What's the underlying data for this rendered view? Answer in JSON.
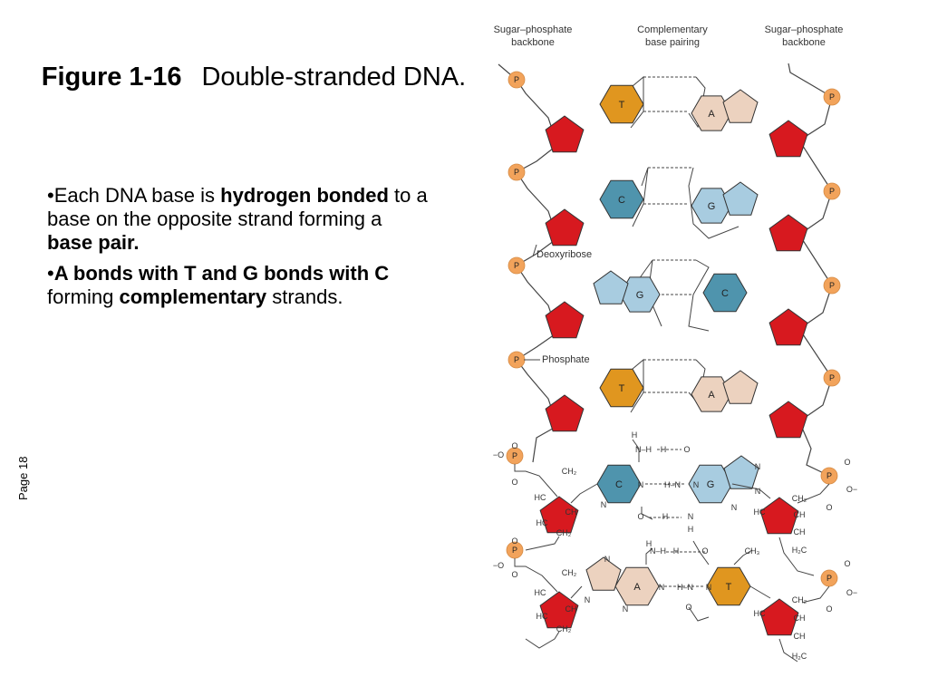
{
  "title": {
    "figure": "Figure 1-16",
    "caption": "Double-stranded DNA."
  },
  "bullets": [
    {
      "segments": [
        {
          "t": "•Each DNA base is ",
          "b": false
        },
        {
          "t": "hydrogen bonded",
          "b": true
        },
        {
          "t": " to a base on the opposite strand forming a ",
          "b": false
        },
        {
          "t": "base pair.",
          "b": true
        }
      ]
    },
    {
      "segments": [
        {
          "t": "•",
          "b": false
        },
        {
          "t": "A bonds with T and G bonds with C",
          "b": true
        },
        {
          "t": " forming ",
          "b": false
        },
        {
          "t": "complementary",
          "b": true
        },
        {
          "t": " strands.",
          "b": false
        }
      ]
    }
  ],
  "page_label": "Page 18",
  "diagram": {
    "header_left": [
      "Sugar–phosphate",
      "backbone"
    ],
    "header_center": [
      "Complementary",
      "base pairing"
    ],
    "header_right": [
      "Sugar–phosphate",
      "backbone"
    ],
    "label_deoxyribose": "Deoxyribose",
    "label_phosphate": "Phosphate",
    "phosphate_letter": "P",
    "pairs": [
      {
        "left": "T",
        "right": "A"
      },
      {
        "left": "C",
        "right": "G"
      },
      {
        "left": "G",
        "right": "C"
      },
      {
        "left": "T",
        "right": "A"
      }
    ],
    "chem": {
      "pair1_left": "C",
      "pair1_right": "G",
      "pair2_left": "A",
      "pair2_right": "T",
      "atoms": {
        "N": "N",
        "H": "H",
        "O": "O",
        "Ominus": "−O",
        "Ominus_r": "O−",
        "CH2": "CH₂",
        "CH3": "CH₃",
        "HC": "HC",
        "CH": "CH",
        "H2C": "H₂C",
        "NH": "N–H",
        "HN": "H–N",
        "HN_": "–H–N",
        "dash_H": "--- H–",
        "H_dash": "–H ---",
        "O_dash": "O --- H–N",
        "N_dash": "N– H --- O"
      }
    },
    "colors": {
      "T": "#e0961f",
      "A": "#ecd2bf",
      "C": "#4f94ad",
      "G": "#a8cce0",
      "sugar": "#d7191f",
      "phosphate": "#f2a35b"
    }
  }
}
